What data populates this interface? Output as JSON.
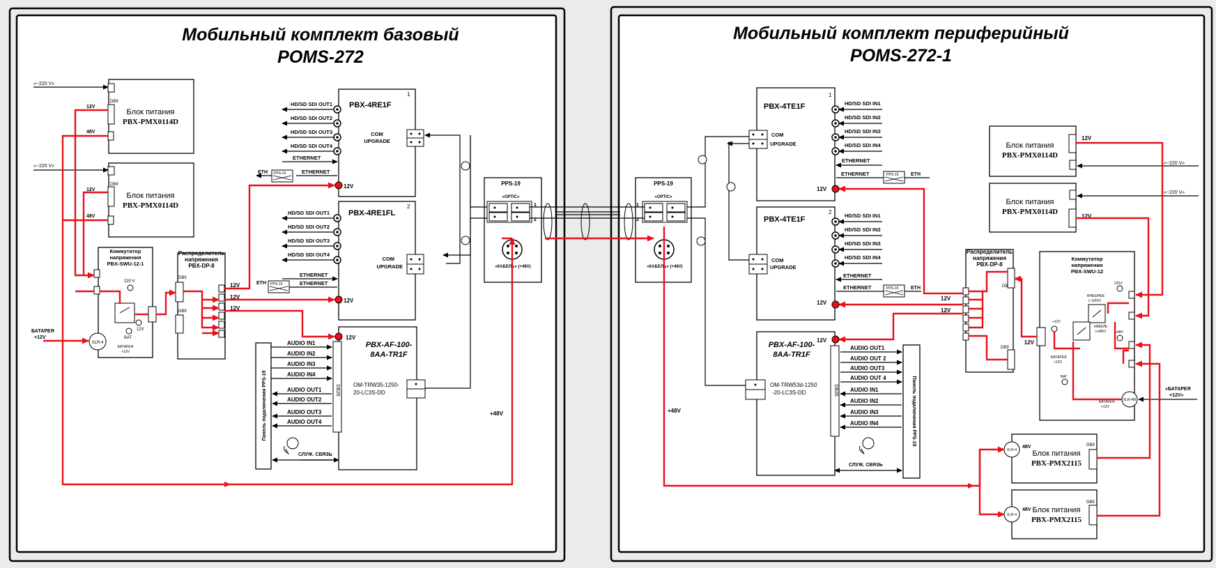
{
  "left": {
    "title1": "Мобильный комплект базовый",
    "title2": "POMS-272",
    "psu1": {
      "name": "Блок питания",
      "model": "PBX-PMX0114D",
      "db": "DB9",
      "v12": "12V",
      "v48": "48V",
      "ac": "«~220 V»"
    },
    "psu2": {
      "name": "Блок питания",
      "model": "PBX-PMX0114D",
      "db": "DB9",
      "v12": "12V",
      "v48": "48V",
      "ac": "«~220 V»"
    },
    "switch": {
      "l1": "Коммутатор",
      "l2": "напряжения",
      "model": "PBX-SWU-12-1",
      "v220": "220 V",
      "v12": "12V",
      "bat": "BAT",
      "batl1": "БАТАРЕЯ",
      "batl2": "+12V",
      "xlr": "XLR-4"
    },
    "battery": {
      "l1": "БАТАРЕЯ",
      "l2": "+12V"
    },
    "dist": {
      "l1": "Распределитель",
      "l2": "напряжения",
      "model": "PBX-DP-8",
      "db1": "DB9",
      "db2": "DB9",
      "o1": "12V",
      "o2": "12V",
      "o3": "12V"
    },
    "re1f": {
      "model": "PBX-4RE1F",
      "num": "1",
      "outs": [
        "HD/SD SDI OUT1",
        "HD/SD SDI OUT2",
        "HD/SD SDI OUT3",
        "HD/SD SDI OUT4"
      ],
      "eth1": "ETHERNET",
      "eth2": "ETHERNET",
      "com1": "COM",
      "com2": "UPGRADE",
      "v12": "12V",
      "eth": "ETH",
      "pps": "PPS-19"
    },
    "re1fl": {
      "model": "PBX-4RE1FL",
      "num": "2",
      "outs": [
        "HD/SD SDI OUT1",
        "HD/SD SDI OUT2",
        "HD/SD SDI OUT3",
        "HD/SD SDI OUT4"
      ],
      "eth1": "ETHERNET",
      "eth2": "ETHERNET",
      "com1": "COM",
      "com2": "UPGRADE",
      "v12": "12V",
      "eth": "ETH",
      "pps": "PPS-19"
    },
    "af": {
      "model1": "PBX-AF-100-",
      "model2": "8AA-TR1F",
      "v12": "12V",
      "sfp1": "OM-TRW35-1250-",
      "sfp2": "20-LC3S-DD",
      "db": "DB26",
      "ins": [
        "AUDIO   IN1",
        "AUDIO   IN2",
        "AUDIO   IN3",
        "AUDIO   IN4"
      ],
      "outs": [
        "AUDIO   OUT1",
        "AUDIO   OUT2",
        "AUDIO   OUT3",
        "AUDIO   OUT4"
      ],
      "panel": "Панель подключения  PPS-19",
      "svc": "СЛУЖ. СВЯЗЬ"
    },
    "pps": {
      "model": "PPS-19",
      "optic": "«OPTIC»",
      "cable": "«КАБЕЛЬ» (+48V)",
      "p1": "1",
      "p2": "2"
    },
    "v48": "+48V"
  },
  "right": {
    "title1": "Мобильный комплект периферийный",
    "title2": "POMS-272-1",
    "pps": {
      "model": "PPS-19",
      "optic": "«OPTIC»",
      "cable": "«КАБЕЛЬ» (+48V)",
      "p1": "1",
      "p2": "2"
    },
    "te1": {
      "model": "PBX-4TE1F",
      "num": "1",
      "ins": [
        "HD/SD SDI IN1",
        "HD/SD SDI IN2",
        "HD/SD SDI IN3",
        "HD/SD SDI IN4"
      ],
      "eth1": "ETHERNET",
      "eth2": "ETHERNET",
      "com1": "COM",
      "com2": "UPGRADE",
      "v12": "12V",
      "eth": "ETH",
      "pps": "PPS-19"
    },
    "te2": {
      "model": "PBX-4TE1F",
      "num": "2",
      "ins": [
        "HD/SD SDI IN1",
        "HD/SD SDI IN2",
        "HD/SD SDI IN3",
        "HD/SD SDI IN4"
      ],
      "eth1": "ETHERNET",
      "eth2": "ETHERNET",
      "com1": "COM",
      "com2": "UPGRADE",
      "v12": "12V",
      "eth": "ETH",
      "pps": "PPS-19"
    },
    "af": {
      "model1": "PBX-AF-100-",
      "model2": "8AA-TR1F",
      "v12": "12V",
      "sfp1": "OM-TRW53d-1250",
      "sfp2": "-20-LC3S-DD",
      "db": "DB26",
      "outs": [
        "AUDIO   OUT1",
        "AUDIO   OUT 2",
        "AUDIO   OUT3",
        "AUDIO   OUT 4"
      ],
      "ins": [
        "AUDIO   IN1",
        "AUDIO   IN2",
        "AUDIO   IN3",
        "AUDIO   IN4"
      ],
      "panel": "Панель подключения  PPS-19",
      "svc": "СЛУЖ. СВЯЗЬ"
    },
    "psu1": {
      "name": "Блок питания",
      "model": "PBX-PMX0114D",
      "v12": "12V",
      "ac": "«~220 V»"
    },
    "psu2": {
      "name": "Блок питания",
      "model": "PBX-PMX0114D",
      "v12": "12V",
      "ac": "«~220 V»"
    },
    "dist": {
      "l1": "Распределитель",
      "l2": "напряжения",
      "model": "PBX-DP-8",
      "db1": "DB9",
      "db2": "DB9",
      "o1": "12V",
      "o2": "12V"
    },
    "switch": {
      "l1": "Коммутатор",
      "l2": "напряжения",
      "model": "PBX-SWU-12",
      "v220": "220V",
      "ext1": "ВНЕШНЕЕ",
      "ext2": "(~220V)",
      "v12": "+12V",
      "v48": "+48V",
      "cab1": "КАБЕЛЬ",
      "cab2": "(+48V)",
      "batl1": "БАТАРЕЯ",
      "batl2": "+12V",
      "bat": "BAT",
      "bat2l1": "БАТАРЕЯ",
      "bat2l2": "+12V",
      "xlr": "XLR-4M",
      "v12b": "12V"
    },
    "battery": {
      "l1": "«БАТАРЕЯ",
      "l2": "+12V»"
    },
    "psu3": {
      "name": "Блок питания",
      "model": "PBX-PMX2115",
      "xlr": "XLR-4",
      "v48": "48V",
      "db": "DB9"
    },
    "psu4": {
      "name": "Блок питания",
      "model": "PBX-PMX2115",
      "xlr": "XLR-4",
      "v48": "48V",
      "db": "DB9"
    },
    "v48": "+48V"
  }
}
